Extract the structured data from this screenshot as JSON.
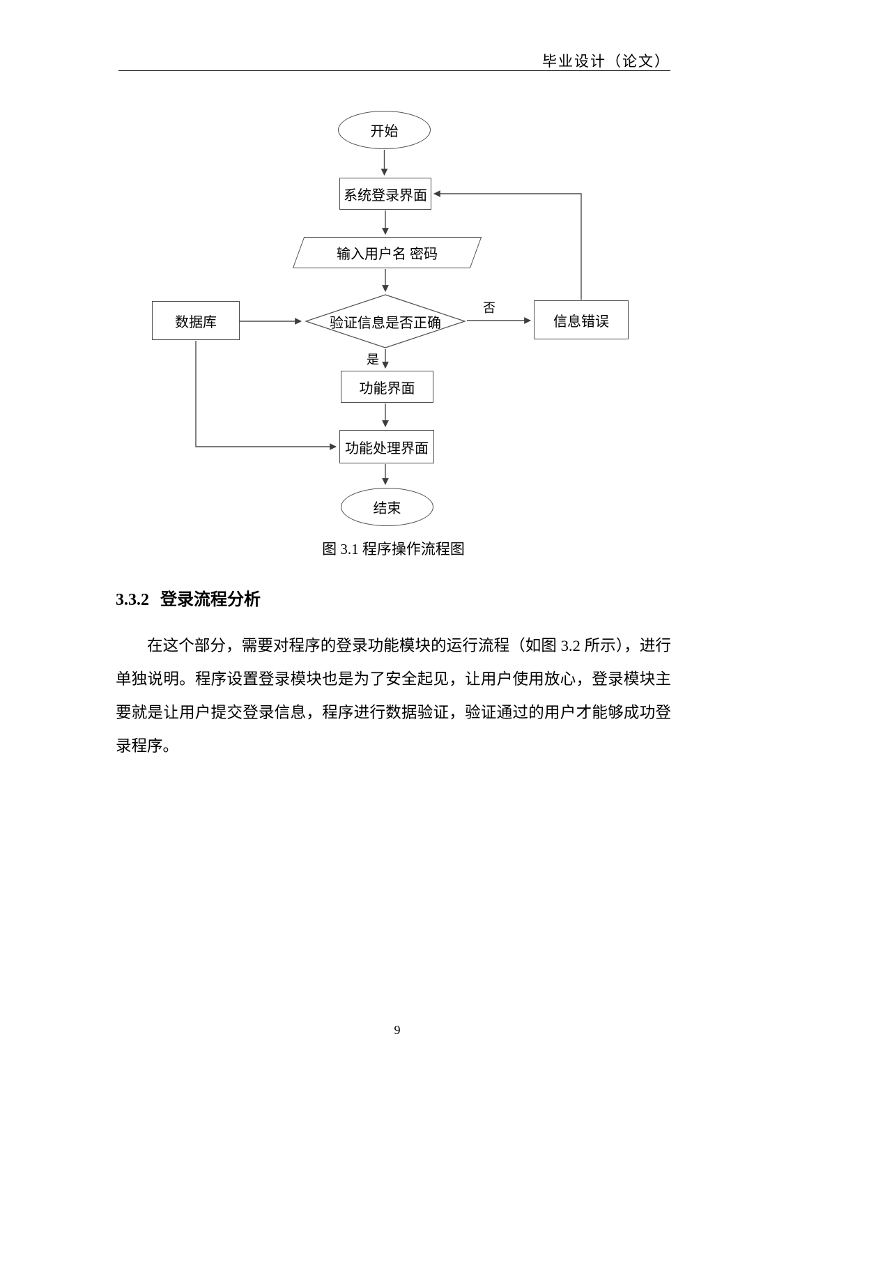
{
  "page": {
    "header": "毕业设计（论文）",
    "page_number": "9"
  },
  "flowchart": {
    "caption": "图 3.1  程序操作流程图",
    "nodes": {
      "start": "开始",
      "login": "系统登录界面",
      "input": "输入用户名 密码",
      "verify": "验证信息是否正确",
      "database": "数据库",
      "error": "信息错误",
      "function_screen": "功能界面",
      "process_screen": "功能处理界面",
      "end": "结束"
    },
    "labels": {
      "no": "否",
      "yes": "是"
    }
  },
  "section": {
    "number": "3.3.2",
    "title": "登录流程分析",
    "paragraph": "在这个部分，需要对程序的登录功能模块的运行流程（如图 3.2 所示），进行单独说明。程序设置登录模块也是为了安全起见，让用户使用放心，登录模块主要就是让用户提交登录信息，程序进行数据验证，验证通过的用户才能够成功登录程序。"
  }
}
